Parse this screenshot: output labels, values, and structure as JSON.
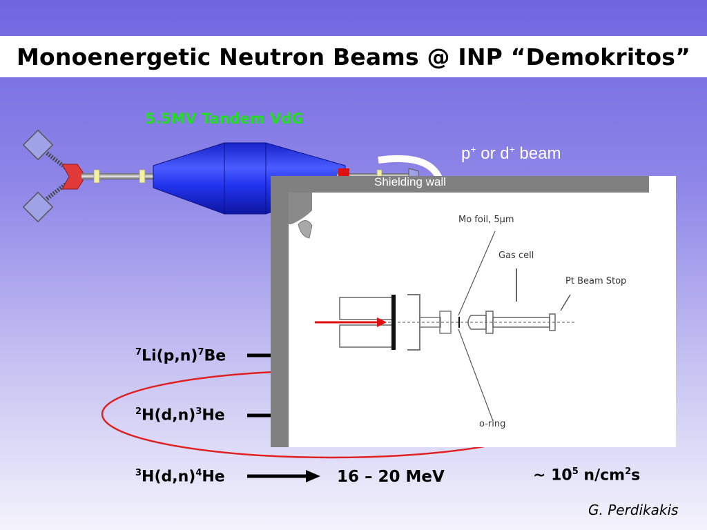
{
  "slide": {
    "title": "Monoenergetic Neutron Beams @ INP “Demokritos”",
    "author": "G. Perdikakis"
  },
  "accelerator": {
    "label": "5.5MV Tandem VdG",
    "beam_prefix": "p",
    "beam_mid": " or d",
    "beam_suffix": " beam",
    "charge_sign": "+",
    "shielding_label": "Shielding wall"
  },
  "gas_cell_drawing": {
    "mo_foil": "Mo foil, 5μm",
    "gas_cell": "Gas cell",
    "beam_stop": "Pt Beam Stop",
    "o_ring": "o-ring"
  },
  "reactions": [
    {
      "mass_a": "7",
      "text_a": "Li(p,n)",
      "mass_b": "7",
      "text_b": "Be"
    },
    {
      "mass_a": "2",
      "text_a": "H(d,n)",
      "mass_b": "3",
      "text_b": "He"
    },
    {
      "mass_a": "3",
      "text_a": "H(d,n)",
      "mass_b": "4",
      "text_b": "He"
    }
  ],
  "energy_range": "16 – 20 MeV",
  "flux": {
    "prefix": "~ 10",
    "exp": "5",
    "unit_a": " n/cm",
    "unit_exp": "2",
    "unit_b": "s"
  },
  "colors": {
    "vdg_label": "#22dd22",
    "accelerator_tank": "#2233ee",
    "highlight_ellipse": "#e02020",
    "beam_arrow": "#e01010"
  }
}
